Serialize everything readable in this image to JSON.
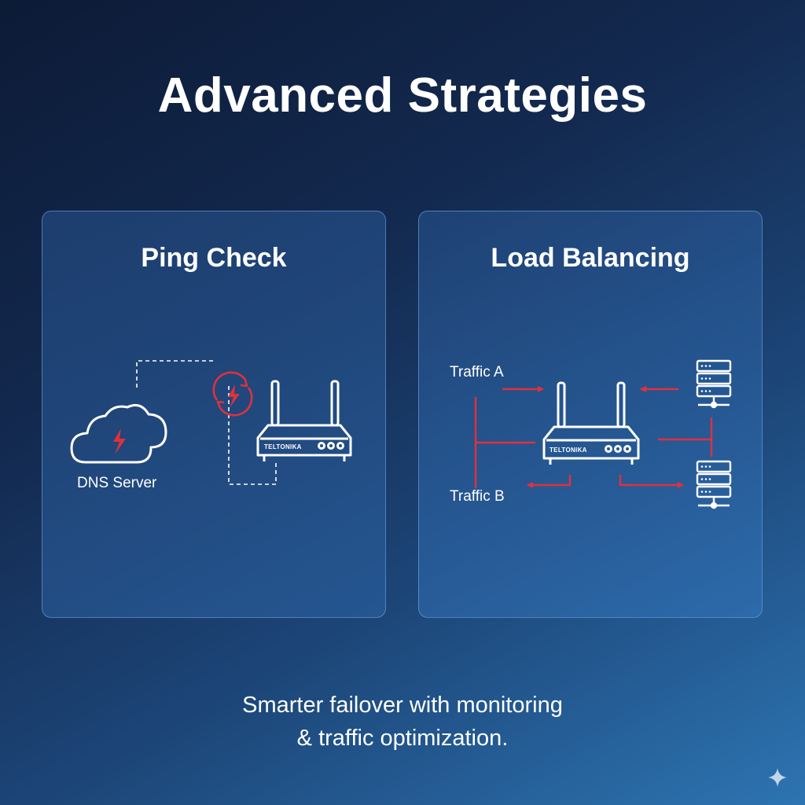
{
  "title": "Advanced Strategies",
  "panels": {
    "ping_check": {
      "title": "Ping Check",
      "server_label": "DNS Server",
      "router_brand": "TELTONIKA"
    },
    "load_balancing": {
      "title": "Load Balancing",
      "traffic_a": "Traffic A",
      "traffic_b": "Traffic B",
      "router_brand": "TELTONIKA"
    }
  },
  "footer": {
    "line1": "Smarter failover with monitoring",
    "line2": "& traffic optimization."
  },
  "colors": {
    "accent_red": "#e0313c",
    "line_white": "#ffffff"
  },
  "icons": [
    "cloud-icon",
    "lightning-icon",
    "refresh-icon",
    "router-icon",
    "server-rack-icon",
    "sparkle-icon"
  ]
}
